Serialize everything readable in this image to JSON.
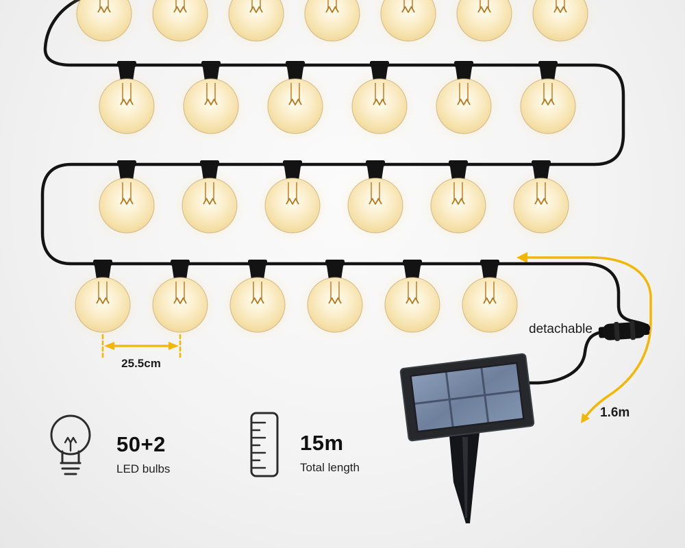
{
  "annotations": {
    "bulb_spacing": "25.5cm",
    "detachable": "detachable",
    "cable_length": "1.6m"
  },
  "specs": [
    {
      "icon": "bulb-icon",
      "value": "50+2",
      "label": "LED bulbs"
    },
    {
      "icon": "ruler-icon",
      "value": "15m",
      "label": "Total length"
    }
  ],
  "string_rows": {
    "top_partial_bulbs": 7,
    "row1_bulbs": 6,
    "row2_bulbs": 6,
    "row3_bulbs": 6
  },
  "colors": {
    "cable": "#141414",
    "accent": "#f2b705",
    "bulb_glass": "#f8e9c0",
    "panel_cells": "#7b8dab",
    "text": "#1c1c1c"
  }
}
